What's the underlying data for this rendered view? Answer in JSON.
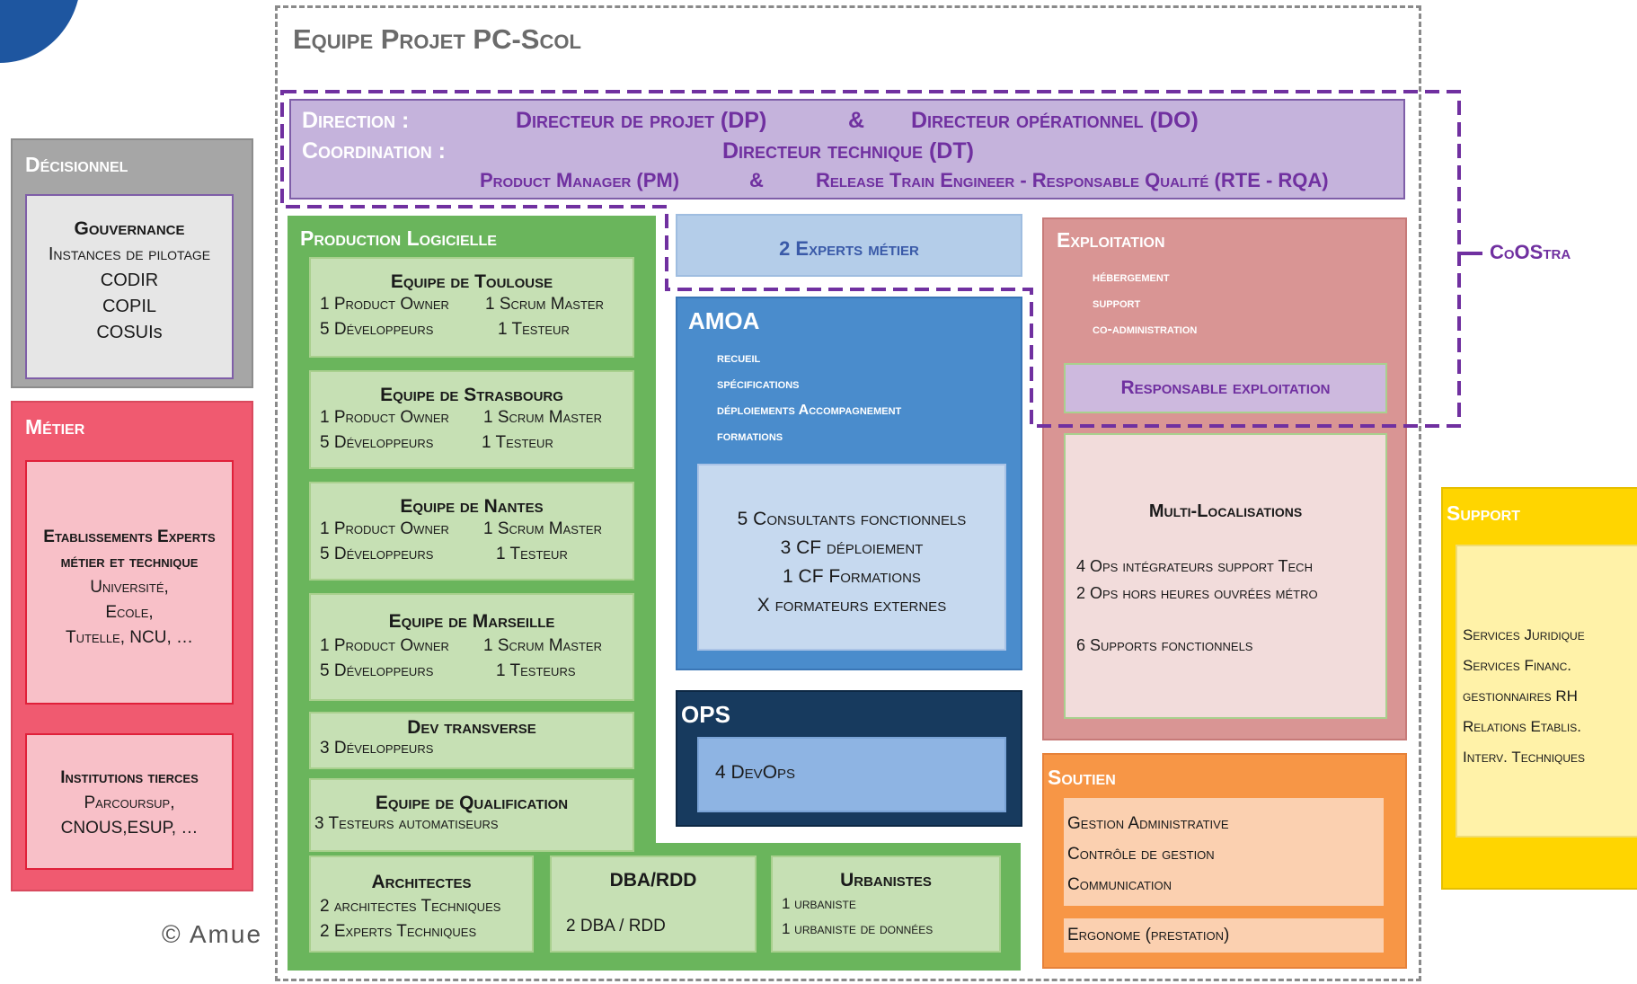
{
  "frame": {
    "title": "Equipe Projet PC-Scol"
  },
  "direction": {
    "label1": "Direction :",
    "label2": "Coordination :",
    "dp": "Directeur de projet  (DP)",
    "amp1": "&",
    "do": "Directeur opérationnel (DO)",
    "dt": "Directeur technique (DT)",
    "pm": "Product Manager (PM)",
    "amp2": "&",
    "rte": "Release Train Engineer - Responsable Qualité (RTE - RQA)"
  },
  "coostra": {
    "label": "CoOStra"
  },
  "decisionnel": {
    "title": "Décisionnel",
    "gouvernance": [
      "Gouvernance",
      "Instances de pilotage",
      "CODIR",
      "COPIL",
      "COSUIs"
    ]
  },
  "metier": {
    "title": "Métier",
    "etablissements": [
      "Etablissements Experts",
      "métier et technique",
      "Université,",
      "Ecole,",
      "Tutelle, NCU, …"
    ],
    "institutions": [
      "Institutions tierces",
      "Parcoursup,",
      "CNOUS,ESUP, …"
    ]
  },
  "production": {
    "title": "Production Logicielle",
    "teams": [
      {
        "name": "Equipe de Toulouse",
        "r1a": "1 Product Owner",
        "r1b": "1 Scrum Master",
        "r2a": "5 Développeurs",
        "r2b": "1 Testeur"
      },
      {
        "name": "Equipe de Strasbourg",
        "r1a": "1 Product Owner",
        "r1b": "1 Scrum Master",
        "r2a": "5 Développeurs",
        "r2b": "1 Testeur"
      },
      {
        "name": "Equipe de Nantes",
        "r1a": "1 Product Owner",
        "r1b": "1 Scrum Master",
        "r2a": "5 Développeurs",
        "r2b": "1 Testeur"
      },
      {
        "name": "Equipe de Marseille",
        "r1a": "1 Product Owner",
        "r1b": "1 Scrum Master",
        "r2a": "5 Développeurs",
        "r2b": "1 Testeurs"
      }
    ],
    "dev": {
      "name": "Dev transverse",
      "line": "3 Développeurs"
    },
    "qualif": {
      "name": "Equipe de Qualification",
      "line": "3 Testeurs automatiseurs"
    },
    "archi": {
      "name": "Architectes",
      "l1": "2 architectes Techniques",
      "l2": "2 Experts Techniques"
    },
    "dba": {
      "name": "DBA/RDD",
      "l1": "2 DBA / RDD"
    },
    "urba": {
      "name": "Urbanistes",
      "l1": "1 urbaniste",
      "l2": "1 urbaniste de données"
    }
  },
  "experts": {
    "label": "2 Experts métier"
  },
  "amoa": {
    "title": "AMOA",
    "items": [
      "recueil",
      "spécifications",
      "déploiements Accompagnement",
      "formations"
    ],
    "consultants": [
      "5 Consultants fonctionnels",
      "3 CF déploiement",
      "1 CF Formations",
      "X formateurs externes"
    ]
  },
  "ops": {
    "title": "OPS",
    "devops": "4 DevOps"
  },
  "exploitation": {
    "title": "Exploitation",
    "items": [
      "hébergement",
      "support",
      "co-administration"
    ],
    "responsable": "Responsable exploitation",
    "multi_title": "Multi-Localisations",
    "multi_l1": "4 Ops intégrateurs support Tech",
    "multi_l2": "2 Ops hors heures ouvrées métro",
    "multi_l3": "6 Supports fonctionnels"
  },
  "soutien": {
    "title": "Soutien",
    "items": [
      "Gestion Administrative",
      "Contrôle de gestion",
      "Communication"
    ],
    "ergonome": "Ergonome (prestation)"
  },
  "support": {
    "title": "Support",
    "items": [
      "Services Juridique",
      "Services Financ.",
      "gestionnaires RH",
      "Relations Etablis.",
      "Interv. Techniques"
    ]
  },
  "footer": {
    "copyright": "© Amue"
  },
  "colors": {
    "purple": "#7030a0",
    "production": "#6ab55c",
    "amoa": "#4a8ccc",
    "ops": "#173a5e",
    "exploitation": "#d99594",
    "soutien": "#f79646",
    "support": "#ffd500",
    "metier": "#f05a70",
    "decisionnel": "#a6a6a6"
  }
}
